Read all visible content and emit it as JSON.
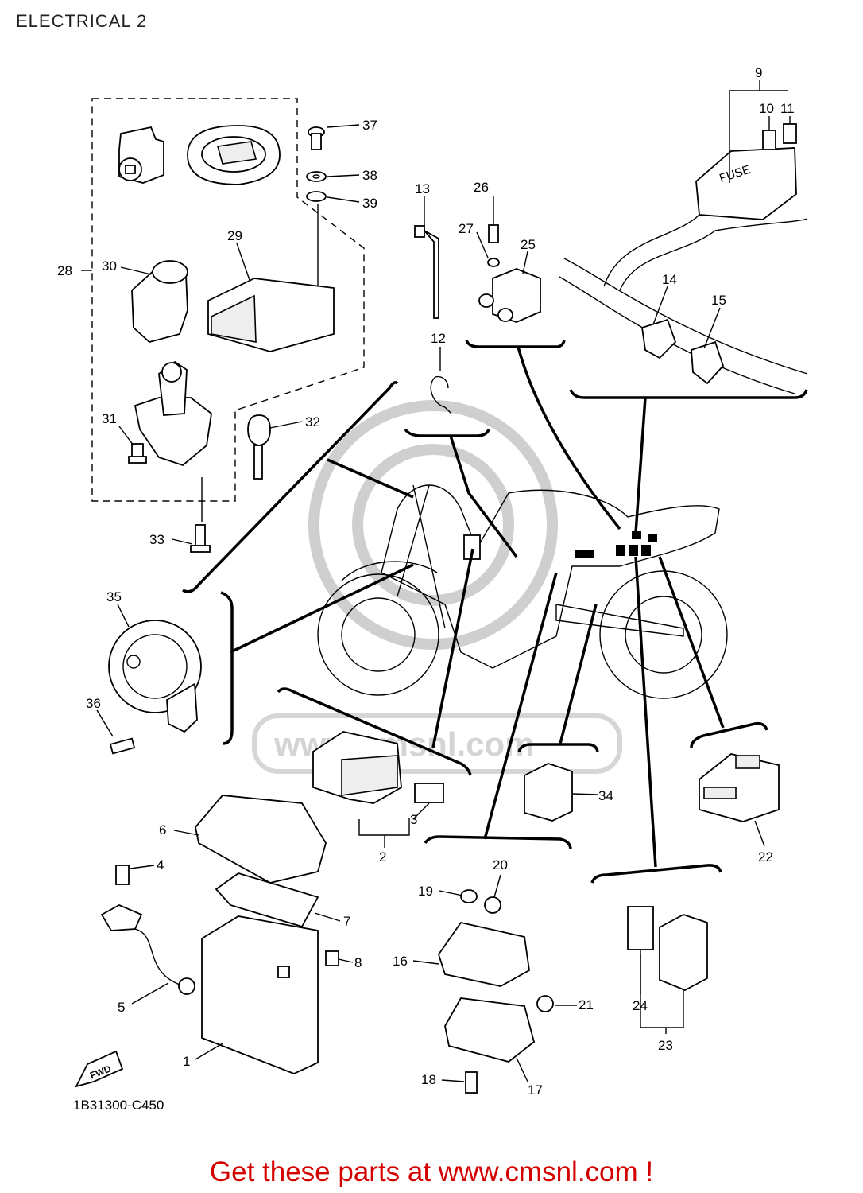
{
  "header": {
    "title": "ELECTRICAL 2"
  },
  "diagram": {
    "catalog_code": "1B31300-C450",
    "fwd_arrow": "FWD",
    "fuse_box_text": "FUSE",
    "watermark": "www.cmsnl.com",
    "parts": [
      {
        "id": "p1",
        "label": "1"
      },
      {
        "id": "p2",
        "label": "2"
      },
      {
        "id": "p3",
        "label": "3"
      },
      {
        "id": "p4",
        "label": "4"
      },
      {
        "id": "p5",
        "label": "5"
      },
      {
        "id": "p6",
        "label": "6"
      },
      {
        "id": "p7",
        "label": "7"
      },
      {
        "id": "p8",
        "label": "8"
      },
      {
        "id": "p9",
        "label": "9"
      },
      {
        "id": "p10",
        "label": "10"
      },
      {
        "id": "p11",
        "label": "11"
      },
      {
        "id": "p12",
        "label": "12"
      },
      {
        "id": "p13",
        "label": "13"
      },
      {
        "id": "p14",
        "label": "14"
      },
      {
        "id": "p15",
        "label": "15"
      },
      {
        "id": "p16",
        "label": "16"
      },
      {
        "id": "p17",
        "label": "17"
      },
      {
        "id": "p18",
        "label": "18"
      },
      {
        "id": "p19",
        "label": "19"
      },
      {
        "id": "p20",
        "label": "20"
      },
      {
        "id": "p21",
        "label": "21"
      },
      {
        "id": "p22",
        "label": "22"
      },
      {
        "id": "p23",
        "label": "23"
      },
      {
        "id": "p24",
        "label": "24"
      },
      {
        "id": "p25",
        "label": "25"
      },
      {
        "id": "p26",
        "label": "26"
      },
      {
        "id": "p27",
        "label": "27"
      },
      {
        "id": "p28",
        "label": "28"
      },
      {
        "id": "p29",
        "label": "29"
      },
      {
        "id": "p30",
        "label": "30"
      },
      {
        "id": "p31",
        "label": "31"
      },
      {
        "id": "p32",
        "label": "32"
      },
      {
        "id": "p33",
        "label": "33"
      },
      {
        "id": "p34",
        "label": "34"
      },
      {
        "id": "p35",
        "label": "35"
      },
      {
        "id": "p36",
        "label": "36"
      },
      {
        "id": "p37",
        "label": "37"
      },
      {
        "id": "p38",
        "label": "38"
      },
      {
        "id": "p39",
        "label": "39"
      }
    ]
  },
  "footer": {
    "promo": "Get these parts at www.cmsnl.com !",
    "promo_color": "#d40000"
  }
}
